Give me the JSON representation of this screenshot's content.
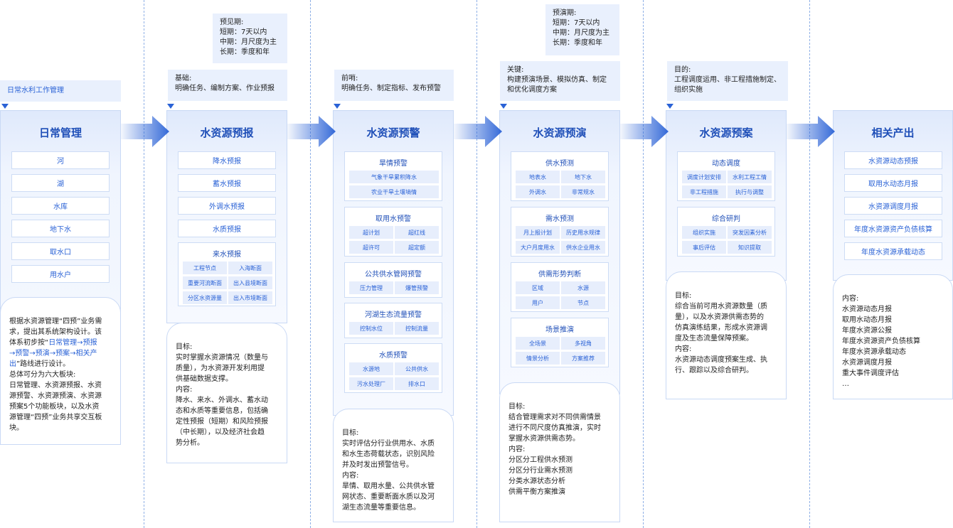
{
  "notes": {
    "daily": [
      "日常水利工作管理"
    ],
    "forecast_period": [
      "预见期:",
      "短期：7天以内",
      "中期：月尺度为主",
      "长期：季度和年"
    ],
    "forecast_basis": [
      "基础:",
      "明确任务、编制方案、作业预报"
    ],
    "warning_front": [
      "前哨:",
      "明确任务、制定指标、发布预警"
    ],
    "rehearsal_period": [
      "预演期:",
      "短期：7天以内",
      "中期：月尺度为主",
      "长期：季度和年"
    ],
    "rehearsal_key": [
      "关键:",
      "构建预演场景、模拟仿真、制定",
      "和优化调度方案"
    ],
    "plan_purpose": [
      "目的:",
      "工程调度运用、非工程措施制定、",
      "组织实施"
    ]
  },
  "columns": {
    "daily": {
      "title": "日常管理",
      "items": [
        "河",
        "湖",
        "水库",
        "地下水",
        "取水口",
        "用水户"
      ]
    },
    "forecast": {
      "title": "水资源预报",
      "items": [
        "降水预报",
        "蓄水预报",
        "外调水预报",
        "水质预报"
      ],
      "group": {
        "title": "来水预报",
        "items": [
          "工程节点",
          "入海断面",
          "重要河流断面",
          "出入县境断面",
          "分区水资源量",
          "出入市境断面"
        ]
      }
    },
    "warning": {
      "title": "水资源预警",
      "groups": [
        {
          "title": "旱情预警",
          "items": [
            "气象干旱累积降水",
            "农业干旱土壤墒情"
          ]
        },
        {
          "title": "取用水预警",
          "items": [
            "超计划",
            "超红线",
            "超许可",
            "超定额"
          ]
        },
        {
          "title": "公共供水管网预警",
          "items": [
            "压力管理",
            "爆管预警"
          ]
        },
        {
          "title": "河湖生态流量预警",
          "items": [
            "控制水位",
            "控制流量"
          ]
        },
        {
          "title": "水质预警",
          "items": [
            "水源地",
            "公共供水",
            "污水处理厂",
            "排水口"
          ]
        }
      ]
    },
    "rehearsal": {
      "title": "水资源预演",
      "groups": [
        {
          "title": "供水预测",
          "items": [
            "地表水",
            "地下水",
            "外调水",
            "非常规水"
          ]
        },
        {
          "title": "需水预测",
          "items": [
            "月上报计划",
            "历史用水规律",
            "大户月度用水",
            "供水企业用水"
          ]
        },
        {
          "title": "供需形势判断",
          "items": [
            "区域",
            "水源",
            "用户",
            "节点"
          ]
        },
        {
          "title": "场景推演",
          "items": [
            "全场景",
            "多视角",
            "情景分析",
            "方案推荐"
          ]
        }
      ]
    },
    "plan": {
      "title": "水资源预案",
      "groups": [
        {
          "title": "动态调度",
          "items": [
            "调度计划安排",
            "水利工程工情",
            "非工程措施",
            "执行与调整"
          ]
        },
        {
          "title": "综合研判",
          "items": [
            "组织实施",
            "突发因素分析",
            "事后评估",
            "知识提取"
          ]
        }
      ]
    },
    "output": {
      "title": "相关产出",
      "items": [
        "水资源动态预报",
        "取用水动态月报",
        "水资源调度月报",
        "年度水资源资产负债核算",
        "年度水资源承载动态"
      ]
    }
  },
  "descs": {
    "daily": {
      "lines": [
        [
          "根据水资源管理“四预”业务需",
          ""
        ],
        [
          "求，提出其系统架构设计。该",
          ""
        ],
        [
          "体系初步按“",
          "日常管理→预报"
        ],
        [
          "",
          "→预警→预演→预案→相关产"
        ],
        [
          "",
          "出"
        ],
        [
          "总体可分为六大板块:",
          ""
        ],
        [
          "日常管理、水资源预报、水资",
          ""
        ],
        [
          "源预警、水资源预演、水资源",
          ""
        ],
        [
          "预案5个功能板块，以及水资",
          ""
        ],
        [
          "源管理“四预”业务共享交互板",
          ""
        ],
        [
          "块。",
          ""
        ]
      ],
      "tails": [
        "",
        "",
        "",
        "",
        "”路线进行设计。",
        "",
        "",
        "",
        "",
        "",
        ""
      ]
    },
    "forecast": [
      "目标:",
      "实时掌握水资源情况（数量与",
      "质量），为水资源开发利用提",
      "供基础数据支撑。",
      "内容:",
      "降水、来水、外调水、蓄水动",
      "态和水质等重要信息，包括确",
      "定性预报（短期）和风险预报",
      "（中长期），以及经济社会趋",
      "势分析。"
    ],
    "warning": [
      "目标:",
      "实时评估分行业供用水、水质",
      "和水生态荷载状态，识别风险",
      "并及时发出预警信号。",
      "内容:",
      "旱情、取用水量、公共供水管",
      "网状态、重要断面水质以及河",
      "湖生态流量等重要信息。"
    ],
    "rehearsal": [
      "目标:",
      "结合管理需求对不同供需情景",
      "进行不同尺度仿真推演，实时",
      "掌握水资源供需态势。",
      "内容:",
      "分区分工程供水预测",
      "分区分行业需水预测",
      "分类水源状态分析",
      "供需平衡方案推演"
    ],
    "plan": [
      "目标:",
      "综合当前可用水资源数量（质",
      "量），以及水资源供需态势的",
      "仿真演练结果，形成水资源调",
      "度及生态流量保障预案。",
      "内容:",
      "水资源动态调度预案生成、执",
      "行、跟踪以及综合研判。"
    ],
    "output": [
      "内容:",
      "水资源动态月报",
      "取用水动态月报",
      "年度水资源公报",
      "年度水资源资产负债核算",
      "年度水资源承载动态",
      "水资源调度月报",
      "重大事件调度评估",
      "…"
    ]
  },
  "colors": {
    "accent": "#2a62d6",
    "title": "#1f4fb8",
    "panel": "#eef4fe"
  }
}
